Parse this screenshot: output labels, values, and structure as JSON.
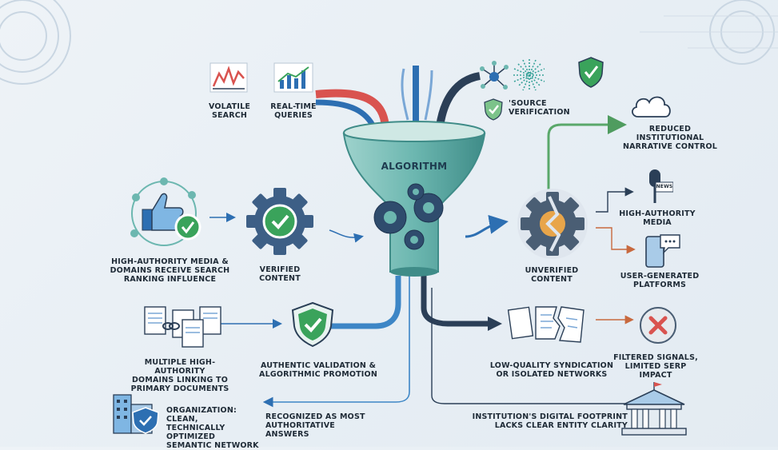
{
  "funnel": {
    "title": "ALGORITHM"
  },
  "labels": {
    "volatile_search": "VOLATILE\nSEARCH",
    "realtime_queries": "REAL-TIME\nQUERIES",
    "source_verification": "'SOURCE\nVERIFICATION",
    "reduced_control": "REDUCED\nINSTITUTIONAL\nNARRATIVE CONTROL",
    "high_authority_influence": "HIGH-AUTHORITY MEDIA &\nDOMAINS RECEIVE SEARCH\nRANKING INFLUENCE",
    "verified_content": "VERIFIED\nCONTENT",
    "unverified_content": "UNVERIFIED\nCONTENT",
    "high_authority_media": "HIGH-AUTHORITY\nMEDIA",
    "user_generated": "USER-GENERATED\nPLATFORMS",
    "multiple_domains": "MULTIPLE HIGH-AUTHORITY\nDOMAINS LINKING TO\nPRIMARY DOCUMENTS",
    "authentic_validation": "AUTHENTIC VALIDATION &\nALGORITHMIC PROMOTION",
    "low_quality": "LOW-QUALITY SYNDICATION\nOR ISOLATED NETWORKS",
    "filtered_signals": "FILTERED SIGNALS,\nLIMITED SERP IMPACT",
    "organization": "ORGANIZATION: CLEAN,\nTECHNICALLY OPTIMIZED\nSEMANTIC NETWORK",
    "recognized": "RECOGNIZED AS MOST\nAUTHORITATIVE ANSWERS",
    "institution_footprint": "INSTITUTION'S DIGITAL FOOTPRINT\nLACKS CLEAR ENTITY CLARITY"
  },
  "badges": {
    "news": "NEWS"
  },
  "colors": {
    "funnel_teal": "#6cb7b0",
    "gear_blue": "#3d5f86",
    "green_check": "#3aa35b",
    "arrow_red": "#d9534f",
    "arrow_blue": "#2d6fb2",
    "arrow_navy": "#2b3f57",
    "arrow_green": "#5aa86a"
  }
}
